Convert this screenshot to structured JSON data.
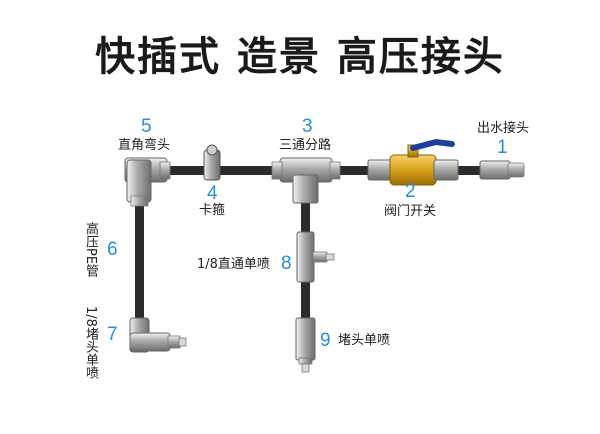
{
  "title": "快插式 造景 高压接头",
  "parts": [
    {
      "num": "1",
      "label": "出水接头"
    },
    {
      "num": "2",
      "label": "阀门开关"
    },
    {
      "num": "3",
      "label": "三通分路"
    },
    {
      "num": "4",
      "label": "卡箍"
    },
    {
      "num": "5",
      "label": "直角弯头"
    },
    {
      "num": "6",
      "label": "高压PE管"
    },
    {
      "num": "7",
      "label": "1/8堵头单喷"
    },
    {
      "num": "8",
      "label": "1/8直通单喷"
    },
    {
      "num": "9",
      "label": "堵头单喷"
    }
  ],
  "colors": {
    "accent": "#2a8fd6",
    "pipe": "#2b2b2b",
    "valve": "#d9a21b",
    "handle": "#1f3f9c"
  }
}
